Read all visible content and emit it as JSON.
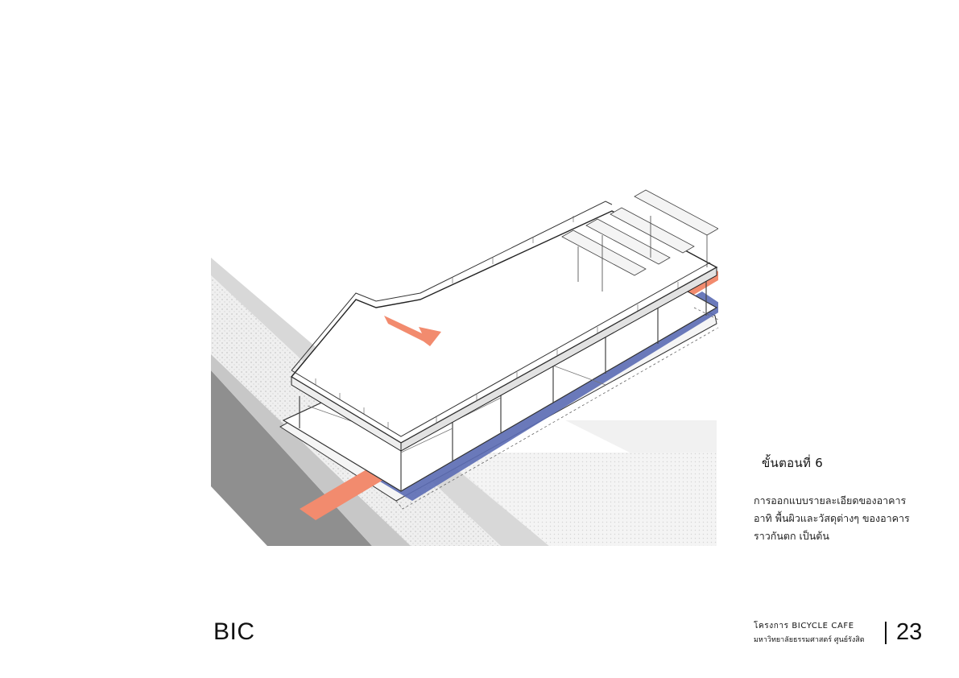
{
  "step": {
    "title": "ขั้นตอนที่ 6",
    "description_lines": [
      "การออกแบบรายละเอียดของอาคาร",
      "อาทิ พื้นผิวและวัสดุต่างๆ ของอาคาร",
      "ราวกันตก เป็นต้น"
    ]
  },
  "footer": {
    "brand": "BIC",
    "project_line1": "โครงการ BICYCLE CAFE",
    "project_line2": "มหาวิทยาลัยธรรมศาสตร์ ศูนย์รังสิต",
    "page_number": "23"
  },
  "colors": {
    "background": "#ffffff",
    "flow_orange": "#f28b6e",
    "flow_blue": "#5b6bb4",
    "road": "#8a8a8a",
    "pavement": "#d6d6d6",
    "grass": "#ececec",
    "structure": "#333333"
  },
  "illustration": {
    "icon": "isometric-building-drawing"
  }
}
